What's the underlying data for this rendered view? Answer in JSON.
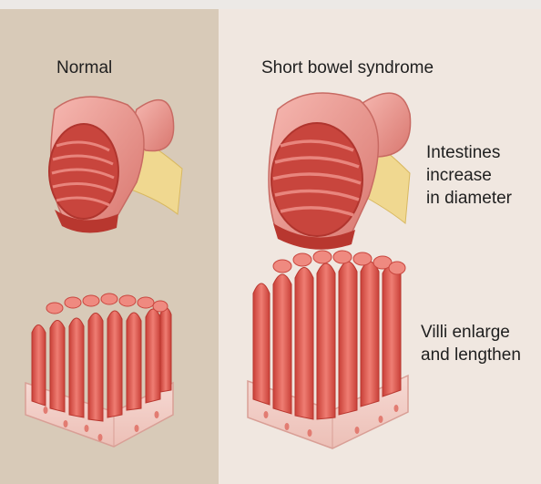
{
  "colors": {
    "left_panel_bg": "#d8cab8",
    "right_panel_bg": "#f0e7e0",
    "tissue_outer": "#e89a96",
    "tissue_inner": "#c8453d",
    "villus": "#e0645c",
    "villus_highlight": "#f4a39c",
    "mesentery_fat": "#f0d890",
    "base_block": "#f3cfc8",
    "text": "#1f1f1f"
  },
  "panels": {
    "left": {
      "title": "Normal"
    },
    "right": {
      "title": "Short bowel syndrome"
    }
  },
  "annotations": {
    "intestines": [
      "Intestines",
      "increase",
      "in diameter"
    ],
    "villi": [
      "Villi enlarge",
      "and lengthen"
    ]
  }
}
